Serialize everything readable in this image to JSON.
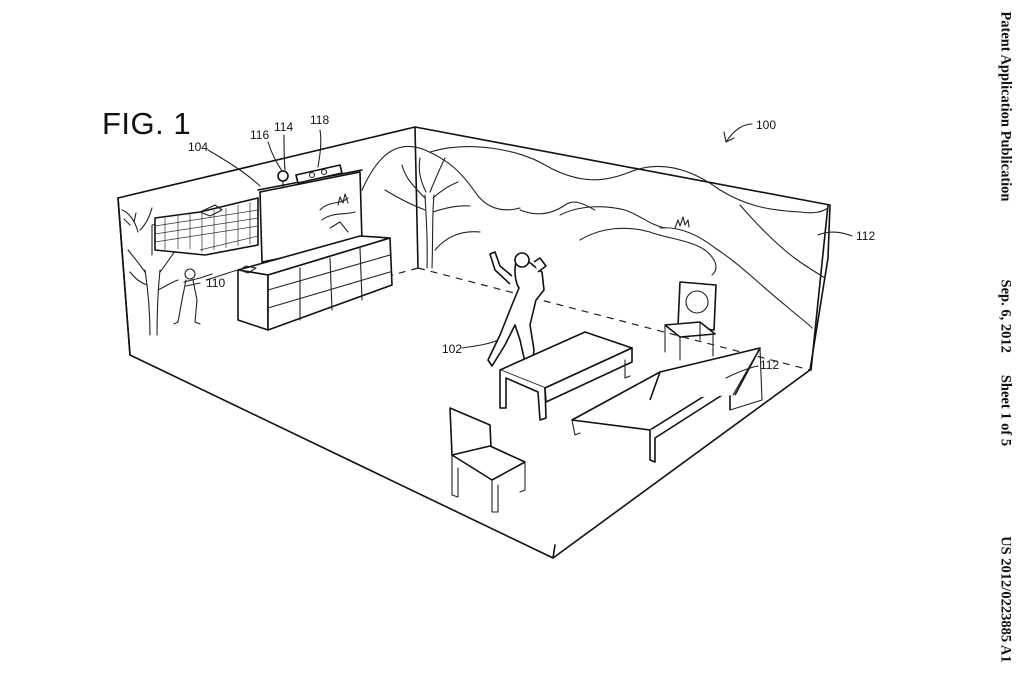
{
  "header": {
    "publication": "Patent Application Publication",
    "date": "Sep. 6, 2012",
    "sheet": "Sheet 1 of 5",
    "number": "US 2012/0223885 A1"
  },
  "figure": {
    "title": "FIG. 1",
    "refs": {
      "system": "100",
      "user": "102",
      "display": "104",
      "console": "110",
      "walls": "112",
      "furniture": "112",
      "camera_mount": "114",
      "camera_lens": "116",
      "depth_sensor": "118"
    }
  }
}
